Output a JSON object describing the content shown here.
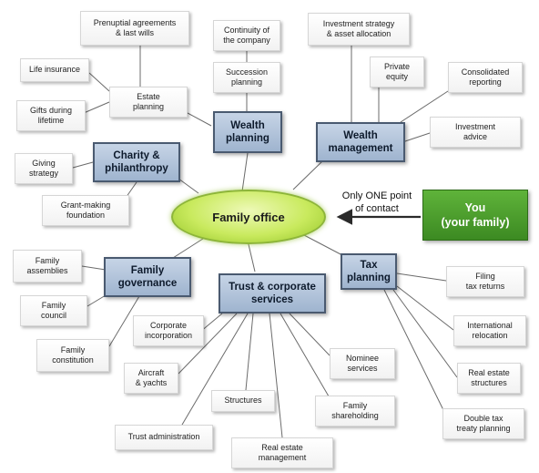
{
  "center": {
    "label": "Family office"
  },
  "you": {
    "label": "You\n(your family)"
  },
  "contact_note": "Only ONE point\nof contact",
  "colors": {
    "hub_fill": "#a9bcd6",
    "hub_border": "#4a5a70",
    "center_fill": "#c9ea5e",
    "you_fill": "#4a9e2c",
    "link": "#6b6b6b"
  },
  "hubs": [
    {
      "id": "wealth-planning",
      "label": "Wealth\nplanning",
      "leaves": [
        {
          "id": "continuity",
          "label": "Continuity of\nthe company"
        },
        {
          "id": "succession",
          "label": "Succession\nplanning"
        },
        {
          "id": "estate",
          "label": "Estate\nplanning"
        }
      ]
    },
    {
      "id": "wealth-management",
      "label": "Wealth\nmanagement",
      "leaves": [
        {
          "id": "investment-strategy",
          "label": "Investment strategy\n& asset allocation"
        },
        {
          "id": "private-equity",
          "label": "Private\nequity"
        },
        {
          "id": "consolidated-reporting",
          "label": "Consolidated\nreporting"
        },
        {
          "id": "investment-advice",
          "label": "Investment\nadvice"
        }
      ]
    },
    {
      "id": "charity",
      "label": "Charity &\nphilanthropy",
      "leaves": [
        {
          "id": "giving-strategy",
          "label": "Giving\nstrategy"
        },
        {
          "id": "grant-making",
          "label": "Grant-making\nfoundation"
        }
      ]
    },
    {
      "id": "family-governance",
      "label": "Family\ngovernance",
      "leaves": [
        {
          "id": "family-assemblies",
          "label": "Family\nassemblies"
        },
        {
          "id": "family-council",
          "label": "Family\ncouncil"
        },
        {
          "id": "family-constitution",
          "label": "Family\nconstitution"
        }
      ]
    },
    {
      "id": "trust-corporate",
      "label": "Trust & corporate\nservices",
      "leaves": [
        {
          "id": "corporate-incorporation",
          "label": "Corporate\nincorporation"
        },
        {
          "id": "aircraft-yachts",
          "label": "Aircraft\n& yachts"
        },
        {
          "id": "structures",
          "label": "Structures"
        },
        {
          "id": "trust-administration",
          "label": "Trust administration"
        },
        {
          "id": "real-estate-management",
          "label": "Real estate\nmanagement"
        },
        {
          "id": "family-shareholding",
          "label": "Family\nshareholding"
        },
        {
          "id": "nominee-services",
          "label": "Nominee\nservices"
        }
      ]
    },
    {
      "id": "tax-planning",
      "label": "Tax\nplanning",
      "leaves": [
        {
          "id": "filing-tax-returns",
          "label": "Filing\ntax returns"
        },
        {
          "id": "international-relocation",
          "label": "International\nrelocation"
        },
        {
          "id": "real-estate-structures",
          "label": "Real estate\nstructures"
        },
        {
          "id": "double-tax",
          "label": "Double tax\ntreaty planning"
        }
      ]
    }
  ],
  "estate_leaves": [
    {
      "id": "prenuptial",
      "label": "Prenuptial agreements\n& last wills"
    },
    {
      "id": "life-insurance",
      "label": "Life insurance"
    },
    {
      "id": "gifts-during-lifetime",
      "label": "Gifts during\nlifetime"
    }
  ]
}
